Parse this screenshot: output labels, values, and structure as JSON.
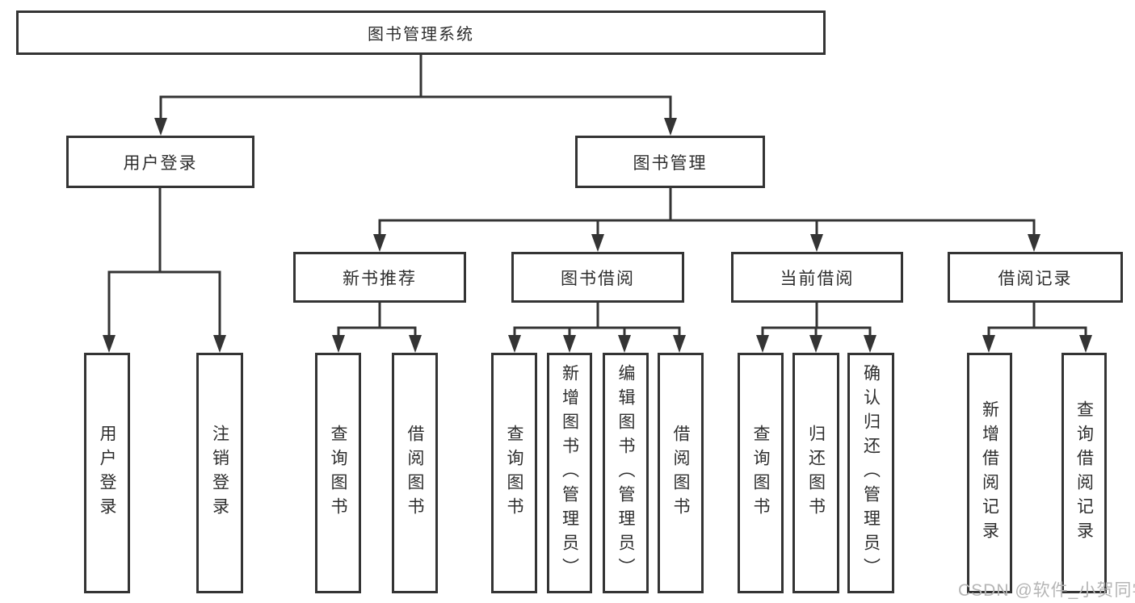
{
  "tree": {
    "root": "图书管理系统",
    "level2": [
      {
        "label": "用户登录",
        "children": [
          "用户登录",
          "注销登录"
        ]
      },
      {
        "label": "图书管理",
        "groups": [
          {
            "label": "新书推荐",
            "children": [
              "查询图书",
              "借阅图书"
            ]
          },
          {
            "label": "图书借阅",
            "children": [
              "查询图书",
              "新增图书（管理员）",
              "编辑图书（管理员）",
              "借阅图书"
            ]
          },
          {
            "label": "当前借阅",
            "children": [
              "查询图书",
              "归还图书",
              "确认归还（管理员）"
            ]
          },
          {
            "label": "借阅记录",
            "children": [
              "新增借阅记录",
              "查询借阅记录"
            ]
          }
        ]
      }
    ]
  },
  "watermark": {
    "text": "CSDN @软件_小贺同学"
  },
  "colors": {
    "line": "#343434",
    "box_border": "#343434",
    "text": "#2e2e2e",
    "background": "#ffffff",
    "watermark": "#b5b5b5"
  }
}
